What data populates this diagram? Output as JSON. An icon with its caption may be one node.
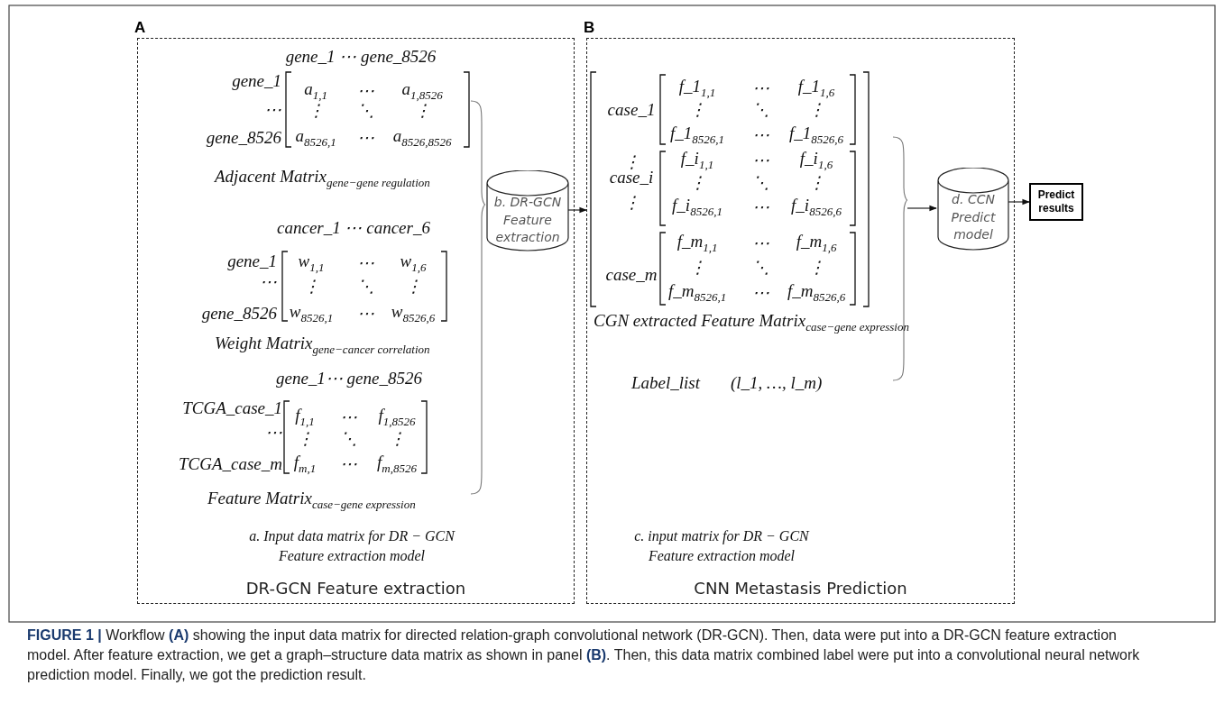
{
  "diagram": {
    "caption": "**FIGURE 1 |** Workflow **(A)** showing the input data matrix for directed relation-graph convolutional network (DR-GCN). Then, data were put into a DR-GCN feature extraction model. After feature extraction, we get a graph–structure data matrix as shown in panel **(B)**. Then, this data matrix combined label were put into a convolutional neural network prediction model. Finally, we got the prediction result.",
    "nodes": [
      {
        "text": [
          "A",
          "DR-GCN Feature extraction"
        ]
      },
      {
        "text": [
          "b. DR-GCN Feature extraction"
        ],
        "in": 0
      },
      {
        "text": [
          "B",
          "CNN Metastasis Prediction"
        ]
      },
      {
        "text": [
          "d. CCN Predict model"
        ],
        "in": 2
      },
      {
        "text": [
          "Predict results"
        ]
      }
    ],
    "edges": [
      {
        "from": 1,
        "to": 2,
        "arrow": "to"
      },
      {
        "from": null,
        "to": 3,
        "arrow": "to"
      },
      {
        "from": 3,
        "to": 4,
        "arrow": "to"
      }
    ],
    "labels": [
      "gene_1 ⋯ gene_8526",
      "gene_1",
      "⋯",
      "gene_8526",
      "a$_{1,1}$",
      "⋯",
      "a$_{1,8526}$",
      "⋮",
      "⋱",
      "⋮",
      "a$_{8526,1}$",
      "⋯",
      "a$_{8526,8526}$",
      "Adjacent Matrix$_{gene−gene regulation}$",
      "cancer_1 ⋯ cancer_6",
      "gene_1",
      "⋯",
      "gene_8526",
      "w$_{1,1}$",
      "⋯",
      "w$_{1,6}$",
      "⋮",
      "⋱",
      "⋮",
      "w$_{8526,1}$",
      "⋯",
      "w$_{8526,6}$",
      "Weight Matrix$_{gene−cancer correlation}$",
      "gene_1⋯ gene_8526",
      "TCGA_case_1",
      "⋯",
      "TCGA_case_m",
      "f$_{1,1}$",
      "⋯",
      "f$_{1,8526}$",
      "⋮",
      "⋱",
      "⋮",
      "f$_{m,1}$",
      "⋯",
      "f$_{m,8526}$",
      "Feature Matrix$_{case−gene expression}$",
      "a. Input data matrix for DR − GCN Feature extraction model",
      "case_1",
      "⋮",
      "case_i",
      "⋮",
      "case_m",
      "f_1$_{1,1}$",
      "⋯",
      "f_1$_{1,6}$",
      "⋮",
      "⋱",
      "⋮",
      "f_1$_{8526,1}$",
      "⋯",
      "f_1$_{8526,6}$",
      "f_i$_{1,1}$",
      "⋯",
      "f_i$_{1,6}$",
      "⋮",
      "⋱",
      "⋮",
      "f_i$_{8526,1}$",
      "⋯",
      "f_i$_{8526,6}$",
      "f_m$_{1,1}$",
      "⋯",
      "f_m$_{1,6}$",
      "⋮",
      "⋱",
      "⋮",
      "f_m$_{8526,1}$",
      "⋯",
      "f_m$_{8526,6}$",
      "CGN extracted Feature Matrix$_{case−gene expression}$",
      "Label_list",
      "(l_1, …, l_m)",
      "c. input matrix for DR − GCN Feature extraction model"
    ]
  }
}
